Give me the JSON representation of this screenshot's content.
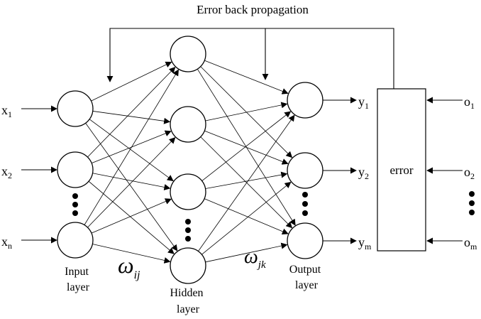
{
  "title": "Error back propagation",
  "inputs": [
    {
      "base": "x",
      "sub": "1"
    },
    {
      "base": "x",
      "sub": "2"
    },
    {
      "base": "x",
      "sub": "n"
    }
  ],
  "outputs": [
    {
      "base": "y",
      "sub": "1"
    },
    {
      "base": "y",
      "sub": "2"
    },
    {
      "base": "y",
      "sub": "m"
    }
  ],
  "targets": [
    {
      "base": "o",
      "sub": "1"
    },
    {
      "base": "o",
      "sub": "2"
    },
    {
      "base": "o",
      "sub": "m"
    }
  ],
  "layers": {
    "input": [
      "Input",
      "layer"
    ],
    "hidden": [
      "Hidden",
      "layer"
    ],
    "output": [
      "Output",
      "layer"
    ]
  },
  "weights": {
    "ij": {
      "base": "ω",
      "sub": "ij"
    },
    "jk": {
      "base": "ω",
      "sub": "jk"
    }
  },
  "error_box": "error"
}
